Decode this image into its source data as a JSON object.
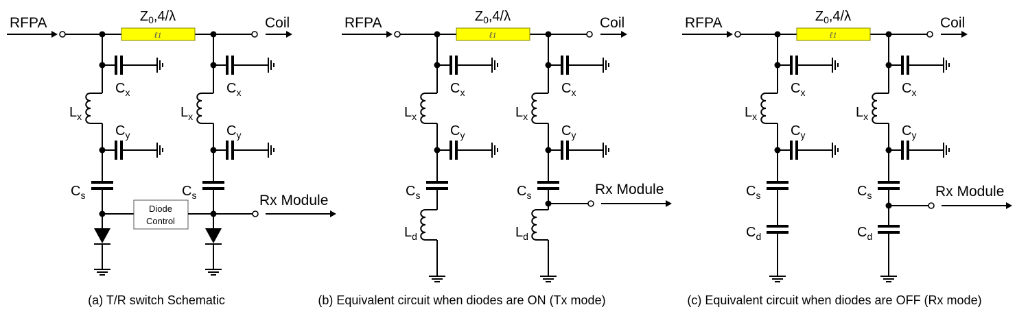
{
  "colors": {
    "transmission_line_fill": "#ffff00",
    "transmission_line_stroke": "#808000",
    "wire": "#000000"
  },
  "panels": [
    {
      "id": "a",
      "caption": "(a) T/R switch Schematic",
      "input_label": "RFPA",
      "output_label": "Coil",
      "tline_label": "Z",
      "tline_sub": "0",
      "tline_suffix": ",4/λ",
      "tline_symbol": "ℓ1",
      "rx_label": "Rx Module",
      "diode_control": [
        "Diode",
        "Control"
      ],
      "labels": {
        "cx": {
          "main": "C",
          "sub": "x"
        },
        "cy": {
          "main": "C",
          "sub": "y"
        },
        "lx": {
          "main": "L",
          "sub": "x"
        },
        "cs": {
          "main": "C",
          "sub": "s"
        }
      }
    },
    {
      "id": "b",
      "caption": "(b) Equivalent circuit when diodes are  ON (Tx mode)",
      "input_label": "RFPA",
      "output_label": "Coil",
      "tline_label": "Z",
      "tline_sub": "0",
      "tline_suffix": ",4/λ",
      "tline_symbol": "ℓ1",
      "rx_label": "Rx Module",
      "labels": {
        "cx": {
          "main": "C",
          "sub": "x"
        },
        "cy": {
          "main": "C",
          "sub": "y"
        },
        "lx": {
          "main": "L",
          "sub": "x"
        },
        "cs": {
          "main": "C",
          "sub": "s"
        },
        "ld": {
          "main": "L",
          "sub": "d"
        }
      }
    },
    {
      "id": "c",
      "caption": "(c) Equivalent circuit when diodes are OFF (Rx mode)",
      "input_label": "RFPA",
      "output_label": "Coil",
      "tline_label": "Z",
      "tline_sub": "0",
      "tline_suffix": ",4/λ",
      "tline_symbol": "ℓ1",
      "rx_label": "Rx Module",
      "labels": {
        "cx": {
          "main": "C",
          "sub": "x"
        },
        "cy": {
          "main": "C",
          "sub": "y"
        },
        "lx": {
          "main": "L",
          "sub": "x"
        },
        "cs": {
          "main": "C",
          "sub": "s"
        },
        "cd": {
          "main": "C",
          "sub": "d"
        }
      }
    }
  ]
}
